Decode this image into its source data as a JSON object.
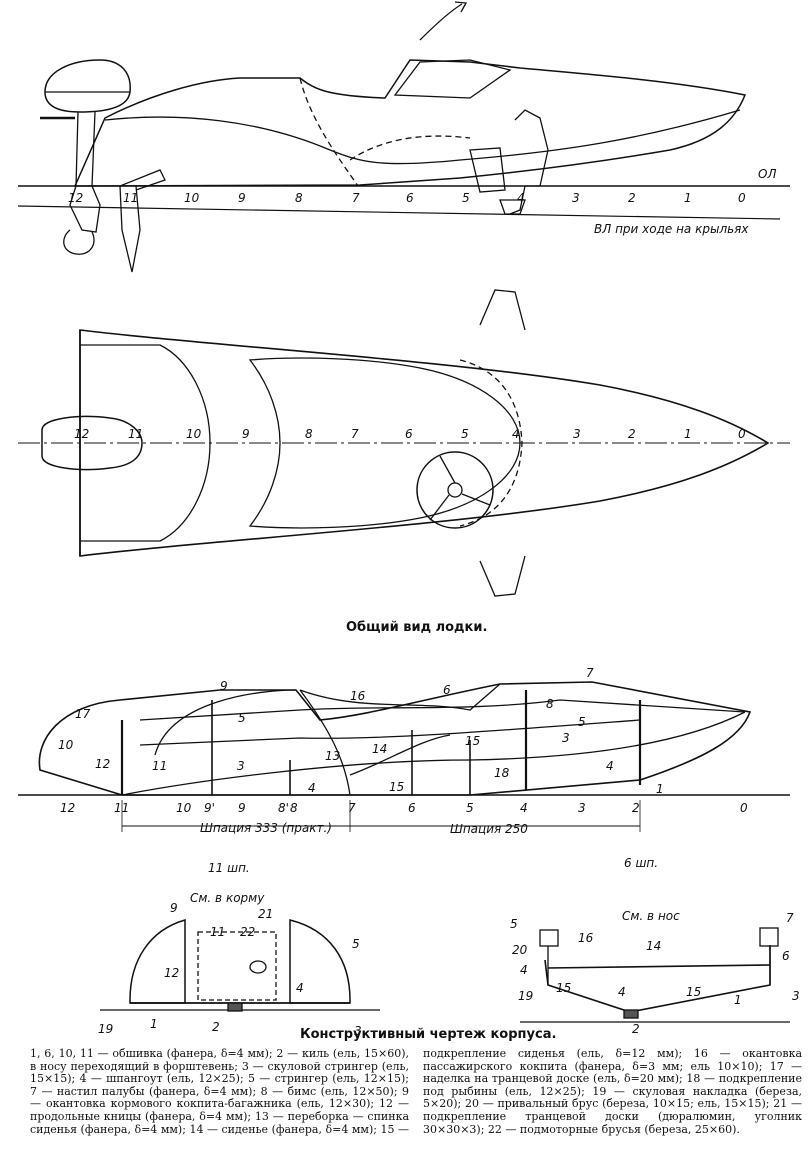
{
  "figure_general": {
    "caption": "Общий вид лодки.",
    "side_view": {
      "ol_label": "ОЛ",
      "vl_label": "ВЛ при ходе на крыльях",
      "station_labels": [
        "12",
        "11",
        "10",
        "9",
        "8",
        "7",
        "6",
        "5",
        "4",
        "3",
        "2",
        "1",
        "0"
      ]
    },
    "plan_view": {
      "station_labels": [
        "12",
        "11",
        "10",
        "9",
        "8",
        "7",
        "6",
        "5",
        "4",
        "3",
        "2",
        "1",
        "0"
      ]
    }
  },
  "figure_construction": {
    "caption": "Конструктивный чертеж корпуса.",
    "profile": {
      "part_labels": [
        "9",
        "16",
        "6",
        "7",
        "8",
        "5",
        "17",
        "10",
        "12",
        "11",
        "5",
        "13",
        "14",
        "15",
        "3",
        "4",
        "15",
        "18",
        "4",
        "3",
        "1"
      ],
      "station_labels": [
        "12",
        "11",
        "10",
        "9'",
        "9",
        "8'",
        "8",
        "7",
        "6",
        "5",
        "4",
        "3",
        "2",
        "0"
      ],
      "spacing_aft": "Шпация 333 (практ.)",
      "spacing_fwd": "Шпация 250"
    },
    "section_11": {
      "title": "11 шп.",
      "subtitle": "См. в корму",
      "part_labels": [
        "9",
        "21",
        "11",
        "22",
        "5",
        "12",
        "4",
        "19",
        "1",
        "2",
        "3"
      ]
    },
    "section_6": {
      "title": "6 шп.",
      "subtitle": "См. в нос",
      "part_labels": [
        "5",
        "16",
        "7",
        "20",
        "14",
        "6",
        "4",
        "15",
        "19",
        "4",
        "15",
        "3",
        "1",
        "2"
      ]
    }
  },
  "legend": "1, 6, 10, 11 — обшивка (фанера, δ=4 мм); 2 — киль (ель, 15×60), в носу переходящий в форштевень; 3 — скуловой стрингер (ель, 15×15); 4 — шпангоут (ель, 12×25); 5 — стрингер (ель, 12×15); 7 — настил палубы (фанера, δ=4 мм); 8 — бимс (ель, 12×50); 9 — окантовка кормового кокпита-багажника (ель, 12×30); 12 — продольные кницы (фанера, δ=4 мм); 13 — переборка — спинка сиденья (фанера, δ=4 мм); 14 — сиденье (фанера, δ=4 мм); 15 — подкрепление сиденья (ель, δ=12 мм); 16 — окантовка пассажирского кокпита (фанера, δ=3 мм; ель 10×10); 17 — наделка на транцевой доске (ель, δ=20 мм); 18 — подкрепление под рыбины (ель, 12×25); 19 — скуловая накладка (береза, 5×20); 20 — привальный брус (береза, 10×15; ель, 15×15); 21 — подкрепление транцевой доски (дюралюмин, уголник 30×30×3); 22 — подмоторные брусья (береза, 25×60)."
}
